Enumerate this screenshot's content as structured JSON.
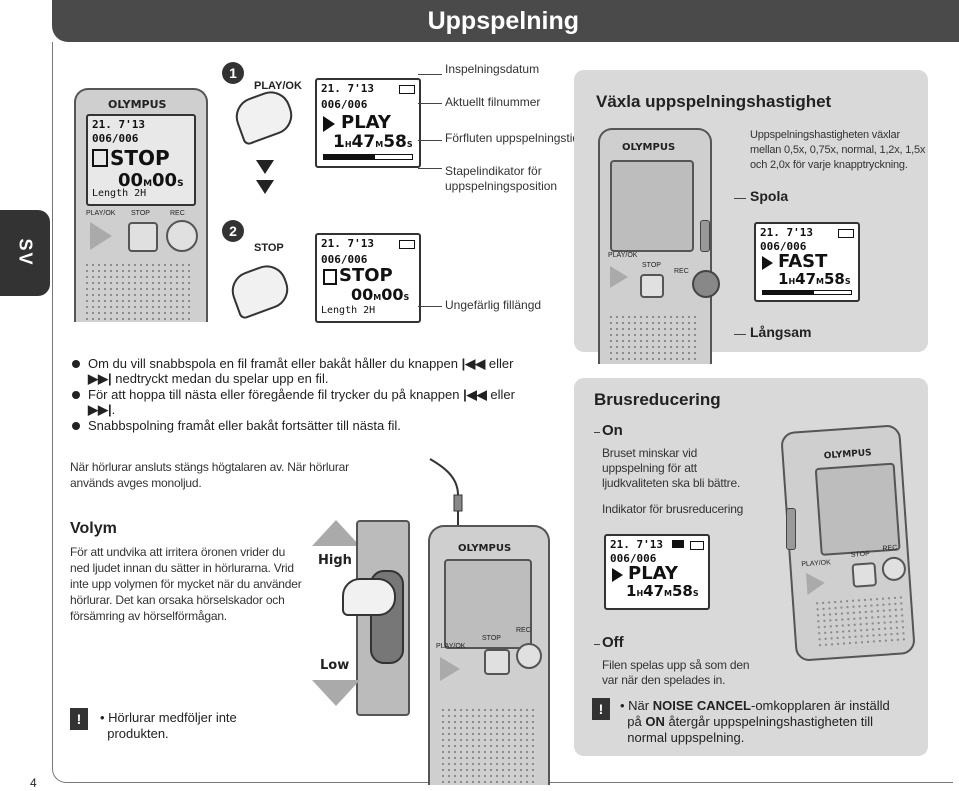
{
  "header": {
    "title": "Uppspelning"
  },
  "side_tab": "SV",
  "page_number": "4",
  "steps": [
    {
      "number": "1",
      "button": "PLAY/OK"
    },
    {
      "number": "2",
      "button": "STOP"
    }
  ],
  "left_device": {
    "brand": "OLYMPUS",
    "lcd": {
      "date": "21. 7'13",
      "file": "006/006",
      "status": "STOP",
      "time_m": "00",
      "time_s": "00",
      "length": "Length  2H"
    },
    "buttons": [
      "PLAY/OK",
      "STOP",
      "REC"
    ]
  },
  "play_display": {
    "date": "21. 7'13",
    "file": "006/006",
    "status": "PLAY",
    "time_h": "1",
    "time_m": "47",
    "time_s": "58",
    "unit_h": "H",
    "unit_m": "M",
    "unit_s": "S"
  },
  "stop_display": {
    "date": "21. 7'13",
    "file": "006/006",
    "status": "STOP",
    "time_m": "00",
    "time_s": "00",
    "unit_m": "M",
    "unit_s": "S",
    "length": "Length  2H"
  },
  "callouts": {
    "date": "Inspelningsdatum",
    "file": "Aktuellt filnummer",
    "elapsed": "Förfluten uppspelningstid",
    "bar_1": "Stapelindikator för",
    "bar_2": "uppspelningsposition",
    "length": "Ungefärlig fillängd"
  },
  "speed_panel": {
    "title": "Växla uppspelningshastighet",
    "desc_1": "Uppspelningshastigheten växlar",
    "desc_2": "mellan 0,5x, 0,75x, normal, 1,2x, 1,5x",
    "desc_3": "och 2,0x för varje knapptryckning.",
    "fast_label": "Spola",
    "slow_label": "Långsam",
    "fast_display": {
      "date": "21. 7'13",
      "file": "006/006",
      "status": "FAST",
      "time_h": "1",
      "time_m": "47",
      "time_s": "58",
      "unit_h": "H",
      "unit_m": "M",
      "unit_s": "S"
    },
    "device_brand": "OLYMPUS",
    "device_buttons": [
      "PLAY/OK",
      "STOP",
      "REC"
    ]
  },
  "bullets": {
    "b1_line1": "Om du vill snabbspola en fil framåt eller bakåt håller du knappen",
    "b1_or": "eller",
    "b1_line2": "nedtryckt medan du spelar upp en fil.",
    "b2_line1": "För att hoppa till nästa eller föregående fil trycker du på knappen",
    "b2_or": "eller",
    "b2_end": ".",
    "b3": "Snabbspolning framåt eller bakåt fortsätter till nästa fil."
  },
  "headphones_note_1": "När hörlurar ansluts stängs högtalaren av. När hörlurar",
  "headphones_note_2": "används avges monoljud.",
  "volume": {
    "title": "Volym",
    "line1": "För att undvika att irritera öronen vrider du",
    "line2": "ned ljudet innan du sätter in hörlurarna. Vrid",
    "line3": "inte upp volymen för mycket när du använder",
    "line4": "hörlurar. Det kan orsaka hörselskador och",
    "line5": "försämring av hörselförmågan.",
    "high": "High",
    "low": "Low"
  },
  "warning_left": {
    "line1": "Hörlurar medföljer inte",
    "line2": "produkten."
  },
  "center_device": {
    "brand": "OLYMPUS",
    "buttons": [
      "PLAY/OK",
      "STOP",
      "REC"
    ]
  },
  "noise_panel": {
    "title": "Brusreducering",
    "on_label": "On",
    "on_desc_1": "Bruset minskar vid",
    "on_desc_2": "uppspelning för att",
    "on_desc_3": "ljudkvaliteten ska bli bättre.",
    "indicator": "Indikator för brusreducering",
    "display": {
      "date": "21. 7'13",
      "file": "006/006",
      "status": "PLAY",
      "time_h": "1",
      "time_m": "47",
      "time_s": "58",
      "unit_h": "H",
      "unit_m": "M",
      "unit_s": "S"
    },
    "off_label": "Off",
    "off_desc_1": "Filen spelas upp så som den",
    "off_desc_2": "var när den spelades in.",
    "device_brand": "OLYMPUS",
    "device_buttons": [
      "PLAY/OK",
      "STOP",
      "REC"
    ],
    "warn_pre": "När",
    "warn_bold1": "NOISE CANCEL",
    "warn_mid": "-omkopplaren är inställd",
    "warn_line2_pre": "på",
    "warn_bold2": "ON",
    "warn_line2_post": "återgår uppspelningshastigheten till",
    "warn_line3": "normal uppspelning."
  },
  "colors": {
    "banner": "#4a4a4a",
    "panel": "#d9d9d9",
    "text": "#222222"
  }
}
